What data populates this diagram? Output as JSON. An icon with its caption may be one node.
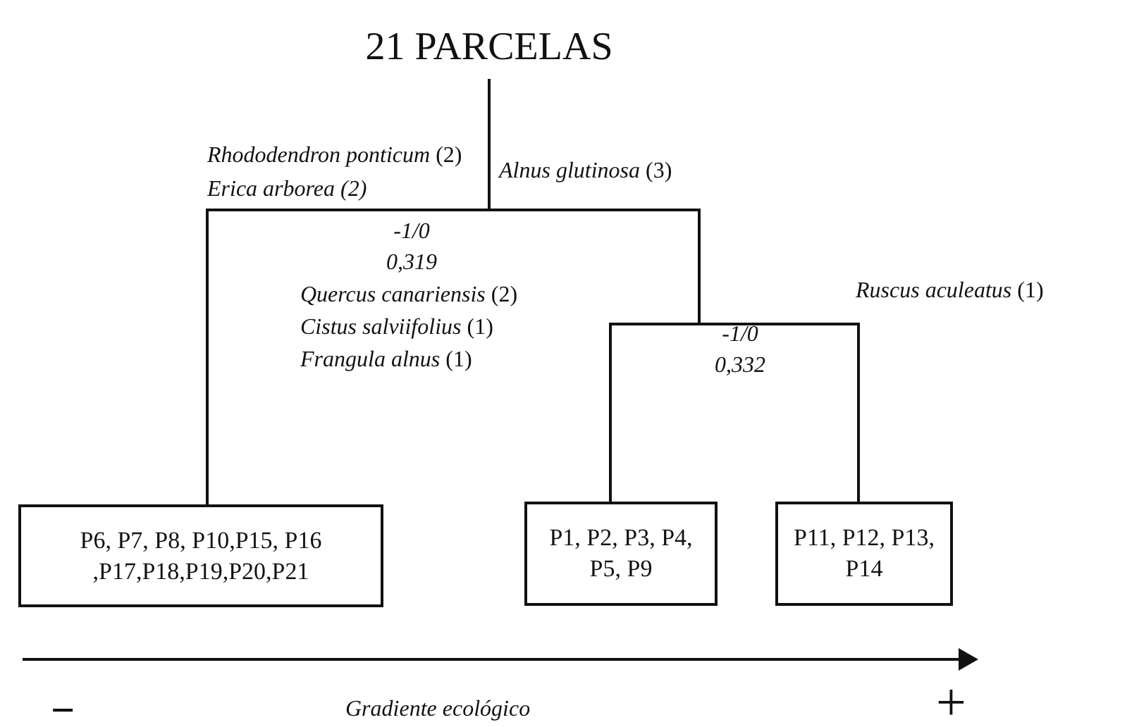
{
  "diagram": {
    "nodes": [
      {
        "text": [
          "21 PARCELAS"
        ]
      },
      {
        "text": [
          "P6, P7, P8, P10,P15, P16 ,P17,P18,P19,P20,P21"
        ]
      },
      {
        "text": [
          "P1, P2, P3, P4, P5, P9"
        ]
      },
      {
        "text": [
          "P11, P12, P13, P14"
        ]
      }
    ],
    "edges": [
      {
        "from": 0,
        "to": 1,
        "arrow": "none"
      },
      {
        "from": 0,
        "to": 2,
        "arrow": "none"
      },
      {
        "from": 0,
        "to": 3,
        "arrow": "none"
      }
    ],
    "labels": [
      "*Rhododendron ponticum* (2)",
      "Erica arborea (2)",
      "*Alnus glutinosa* (3)",
      "-1/0 0,319",
      "*Quercus canariensis* (2)",
      "*Ruscus aculeatus* (1)",
      "*Cistus salviifolius* (1)",
      "-1/0 0,332",
      "*Frangula alnus* (1)",
      "−",
      "Gradiente ecológico",
      "+"
    ]
  }
}
